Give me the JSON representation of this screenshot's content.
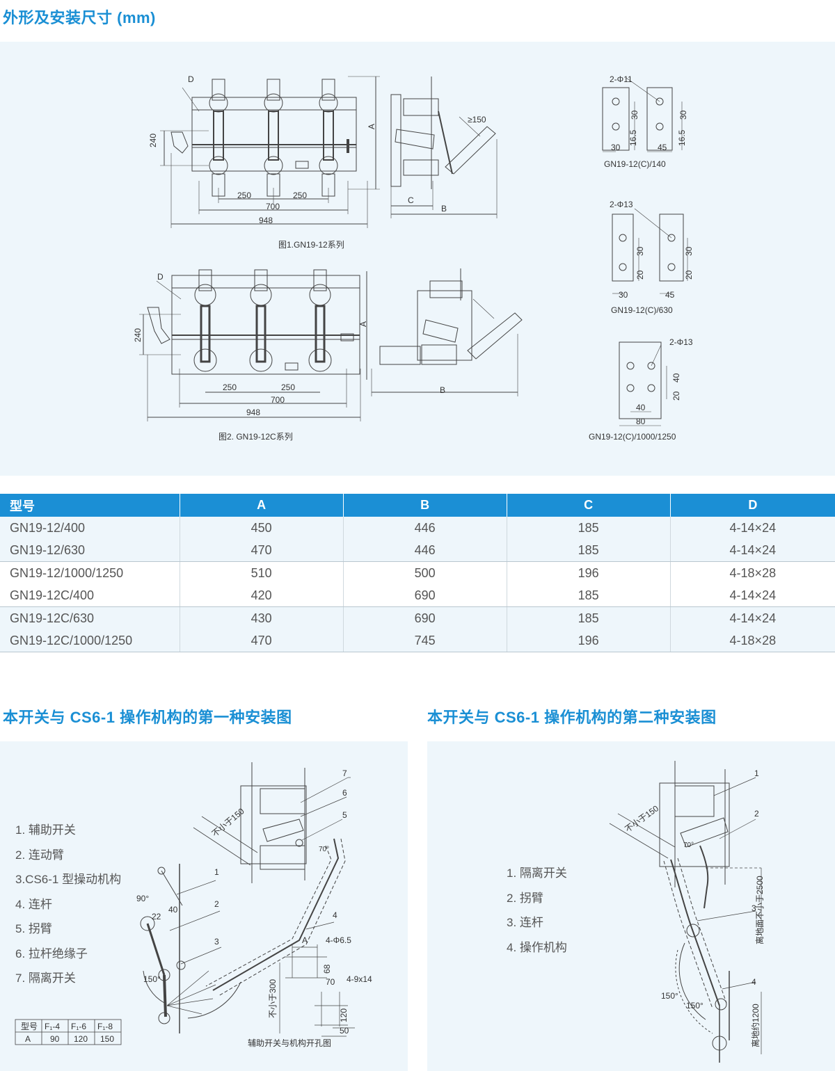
{
  "header": {
    "title": "外形及安装尺寸 (mm)"
  },
  "figure1": {
    "caption": "图1.GN19-12系列",
    "dims": {
      "d": "D",
      "h240": "240",
      "w250a": "250",
      "w250b": "250",
      "w700": "700",
      "w948": "948",
      "a": "A",
      "c": "C",
      "b": "B",
      "ge150": "≥150"
    }
  },
  "figure2": {
    "caption": "图2. GN19-12C系列",
    "dims": {
      "d": "D",
      "h240": "240",
      "w250a": "250",
      "w250b": "250",
      "w700": "700",
      "w948": "948",
      "a": "A",
      "b": "B"
    }
  },
  "detail140": {
    "caption": "GN19-12(C)/140",
    "hole": "2-Φ11",
    "d30": "30",
    "d165": "16.5",
    "w30": "30",
    "w45": "45",
    "d30b": "30",
    "d165b": "16.5"
  },
  "detail630": {
    "caption": "GN19-12(C)/630",
    "hole": "2-Φ13",
    "d30": "30",
    "d20": "20",
    "w30": "30",
    "w45": "45",
    "d30b": "30",
    "d20b": "20"
  },
  "detail1000": {
    "caption": "GN19-12(C)/1000/1250",
    "hole": "2-Φ13",
    "d40": "40",
    "d20": "20",
    "w40": "40",
    "w80": "80"
  },
  "table": {
    "headers": [
      "型号",
      "A",
      "B",
      "C",
      "D"
    ],
    "rows": [
      [
        "GN19-12/400",
        "450",
        "446",
        "185",
        "4-14×24"
      ],
      [
        "GN19-12/630",
        "470",
        "446",
        "185",
        "4-14×24"
      ],
      [
        "GN19-12/1000/1250",
        "510",
        "500",
        "196",
        "4-18×28"
      ],
      [
        "GN19-12C/400",
        "420",
        "690",
        "185",
        "4-14×24"
      ],
      [
        "GN19-12C/630",
        "430",
        "690",
        "185",
        "4-14×24"
      ],
      [
        "GN19-12C/1000/1250",
        "470",
        "745",
        "196",
        "4-18×28"
      ]
    ]
  },
  "install1": {
    "title": "本开关与 CS6-1 操作机构的第一种安装图",
    "legend": [
      "1. 辅助开关",
      "2. 连动臂",
      "3.CS6-1 型操动机构",
      "4. 连杆",
      "5. 拐臂",
      "6. 拉杆绝缘子",
      "7. 隔离开关"
    ],
    "labels": {
      "n1": "1",
      "n2": "2",
      "n3": "3",
      "n4": "4",
      "n5": "5",
      "n6": "6",
      "n7": "7",
      "a90": "90°",
      "a22": "22",
      "a40": "40",
      "a150": "150°",
      "a70": "70°",
      "nl150": "不小于150",
      "aA": "A",
      "hole65": "4-Φ6.5",
      "h68": "68",
      "h300": "不小于300",
      "w70": "70",
      "hole9": "4-9x14",
      "h120": "120",
      "w50": "50",
      "holecap": "辅助开关与机构开孔图"
    },
    "mini_table": {
      "headers": [
        "型号",
        "F₁-4",
        "F₁-6",
        "F₁-8"
      ],
      "row": [
        "A",
        "90",
        "120",
        "150"
      ]
    }
  },
  "install2": {
    "title": "本开关与 CS6-1 操作机构的第二种安装图",
    "legend": [
      "1. 隔离开关",
      "2. 拐臂",
      "3. 连杆",
      "4. 操作机构"
    ],
    "labels": {
      "n1": "1",
      "n2": "2",
      "n3": "3",
      "n4": "4",
      "nl150": "不小于150",
      "a70": "70°",
      "g2500": "离地面不小于2500",
      "a150a": "150°",
      "a150b": "150°",
      "g1200": "离地约1200"
    }
  }
}
